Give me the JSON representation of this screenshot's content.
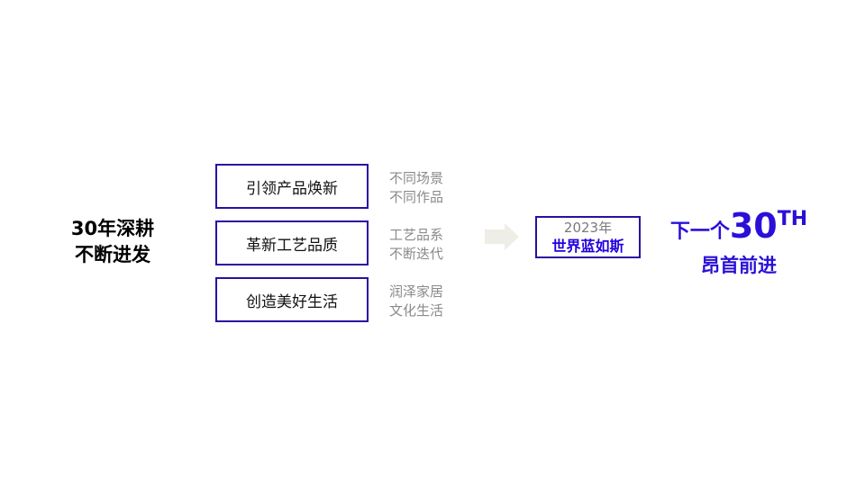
{
  "left": {
    "line1": "30年深耕",
    "line2": "不断进发"
  },
  "pillars": [
    {
      "label": "引领产品焕新",
      "note1": "不同场景",
      "note2": "不同作品"
    },
    {
      "label": "革新工艺品质",
      "note1": "工艺品系",
      "note2": "不断迭代"
    },
    {
      "label": "创造美好生活",
      "note1": "润泽家居",
      "note2": "文化生活"
    }
  ],
  "arrow": {
    "icon": "right-arrow-icon",
    "color": "#eeede6"
  },
  "milestone": {
    "year": "2023年",
    "brand": "世界蓝如斯"
  },
  "right": {
    "prefix": "下一个",
    "number": "30",
    "suffix": "TH",
    "line2": "昂首前进"
  },
  "colors": {
    "accent": "#2a0fd8",
    "border": "#2a0fa0",
    "note": "#8a8a8a"
  }
}
